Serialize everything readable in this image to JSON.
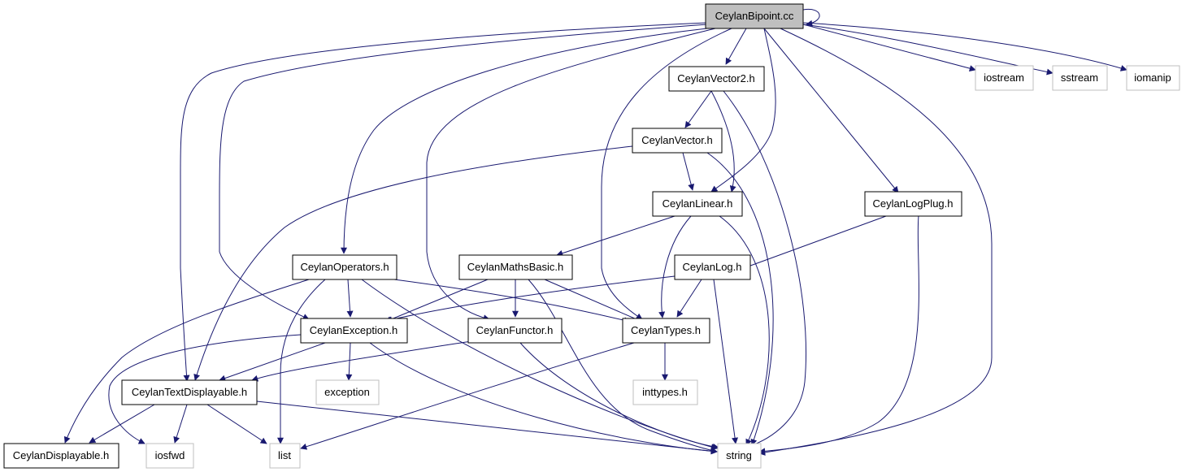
{
  "title": "CeylanBipoint.cc",
  "colors": {
    "edge": "#191970",
    "main_fill": "#bfbfbf",
    "local_border": "#000000",
    "external_border": "#bfbfbf"
  },
  "nodes": {
    "main": "CeylanBipoint.cc",
    "vector2": "CeylanVector2.h",
    "iostream": "iostream",
    "sstream": "sstream",
    "iomanip": "iomanip",
    "vector": "CeylanVector.h",
    "linear": "CeylanLinear.h",
    "logplug": "CeylanLogPlug.h",
    "operators": "CeylanOperators.h",
    "mathsbasic": "CeylanMathsBasic.h",
    "log": "CeylanLog.h",
    "exception": "CeylanException.h",
    "functor": "CeylanFunctor.h",
    "types": "CeylanTypes.h",
    "textdisplayable": "CeylanTextDisplayable.h",
    "exceptionstd": "exception",
    "inttypes": "inttypes.h",
    "displayable": "CeylanDisplayable.h",
    "iosfwd": "iosfwd",
    "list": "list",
    "string": "string"
  }
}
